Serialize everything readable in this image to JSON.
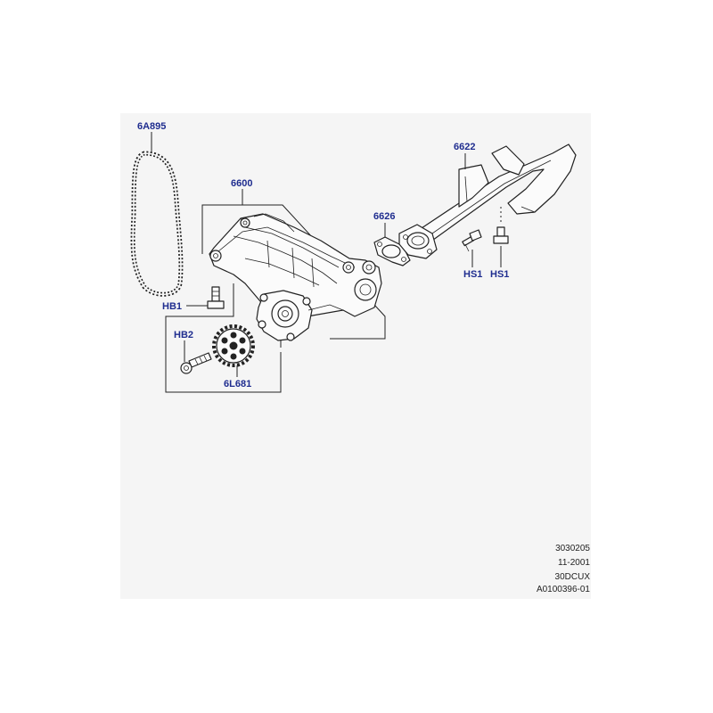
{
  "callouts": {
    "chain": "6A895",
    "oil_pump": "6600",
    "gasket": "6626",
    "pickup_tube": "6622",
    "bolt_hb1": "HB1",
    "bolt_hb2": "HB2",
    "sprocket": "6L681",
    "screw_hs1_left": "HS1",
    "screw_hs1_right": "HS1"
  },
  "meta": {
    "line1": "3030205",
    "line2": "11-2001",
    "line3": "30DCUX",
    "line4": "A0100396-01"
  },
  "colors": {
    "callout_text": "#1f2d8f",
    "frame_background": "#f5f5f5",
    "line_art": "#222222"
  }
}
